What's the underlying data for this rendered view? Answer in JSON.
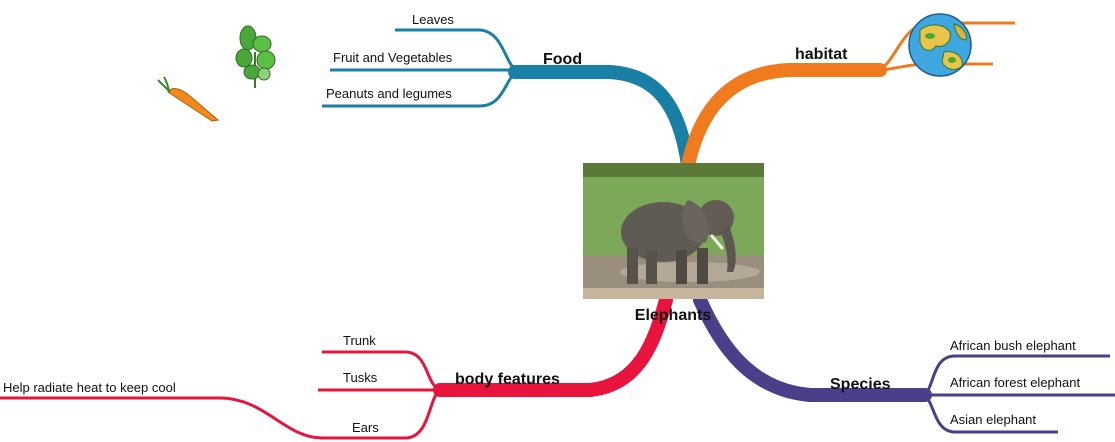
{
  "central": {
    "label": "Elephants"
  },
  "branches": {
    "food": {
      "label": "Food",
      "color": "#1a7fa6",
      "items": [
        "Leaves",
        "Fruit and Vegetables",
        "Peanuts and legumes"
      ]
    },
    "habitat": {
      "label": "habitat",
      "color": "#f07a1e"
    },
    "body_features": {
      "label": "body features",
      "color": "#e8143e",
      "items": [
        "Trunk",
        "Tusks",
        "Ears"
      ],
      "ears_detail": "Help radiate heat to keep cool"
    },
    "species": {
      "label": "Species",
      "color": "#4b3f8a",
      "items": [
        "African bush elephant",
        "African forest elephant",
        "Asian elephant"
      ]
    }
  },
  "icons": [
    "leaf-plant-icon",
    "carrot-icon",
    "globe-icon",
    "elephant-photo"
  ]
}
